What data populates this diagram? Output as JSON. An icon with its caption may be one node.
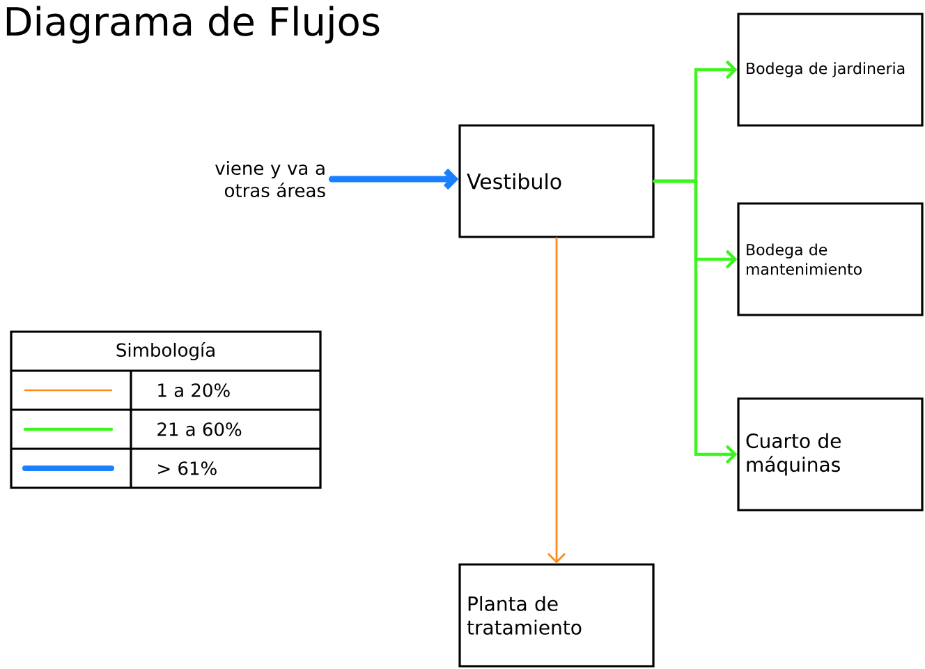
{
  "diagram": {
    "title": "Diagrama de Flujos",
    "nodes": [
      {
        "text": [
          "viene y va a otras áreas"
        ]
      },
      {
        "text": [
          "Vestibulo"
        ]
      },
      {
        "text": [
          "Bodega de jardineria"
        ]
      },
      {
        "text": [
          "Bodega de mantenimiento"
        ]
      },
      {
        "text": [
          "Cuarto de máquinas"
        ]
      },
      {
        "text": [
          "Planta de tratamiento"
        ]
      }
    ],
    "edges": [
      {
        "from": 0,
        "to": 1,
        "arrow": "to",
        "style": "thick",
        "color": "#1a80ff"
      },
      {
        "from": 1,
        "to": 2,
        "arrow": "to"
      },
      {
        "from": 1,
        "to": 3,
        "arrow": "to"
      },
      {
        "from": 1,
        "to": 4,
        "arrow": "to"
      },
      {
        "from": 1,
        "to": 5,
        "arrow": "to",
        "color": "#ff8a1a"
      }
    ],
    "labels": [
      "Simbología"
    ],
    "legend": [
      {
        "text": "1 a 20%"
      },
      {
        "text": "21 a 60%"
      },
      {
        "text": "> 61%"
      }
    ]
  }
}
